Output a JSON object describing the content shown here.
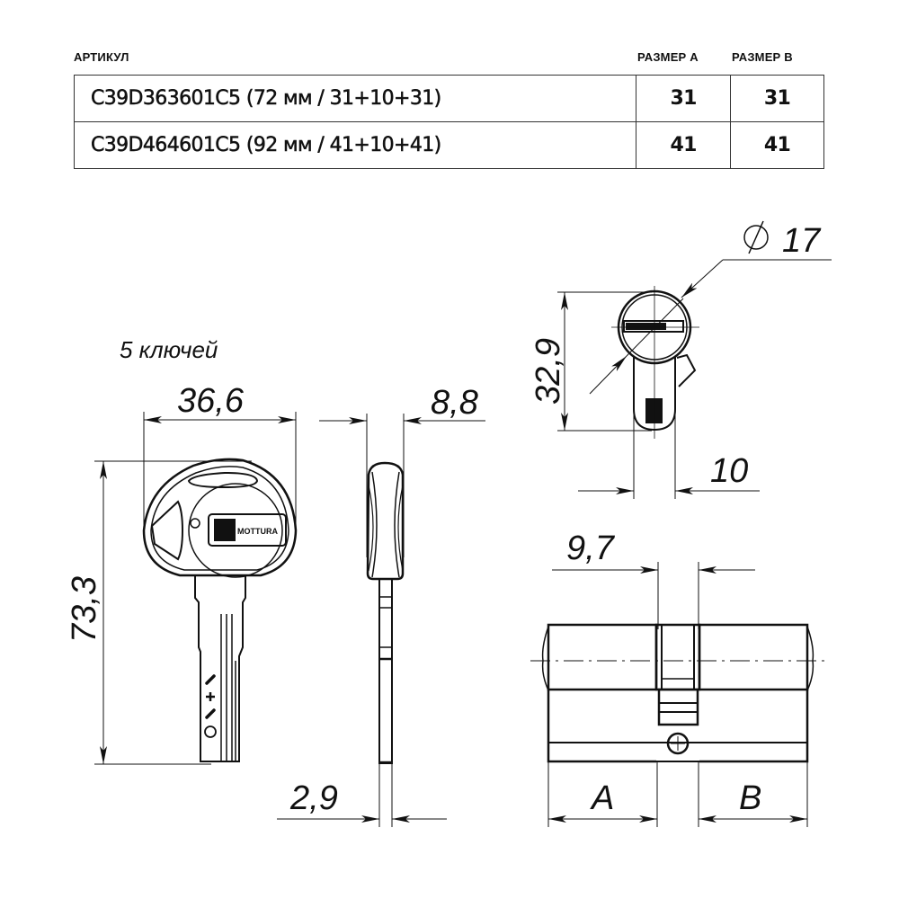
{
  "table": {
    "headers": {
      "article": "АРТИКУЛ",
      "size_a": "РАЗМЕР А",
      "size_b": "РАЗМЕР В"
    },
    "rows": [
      {
        "article": "C39D363601C5 (72 мм / 31+10+31)",
        "size_a": "31",
        "size_b": "31"
      },
      {
        "article": "C39D464601C5 (92 мм / 41+10+41)",
        "size_a": "41",
        "size_b": "41"
      }
    ]
  },
  "key_view": {
    "note": "5 ключей",
    "brand": "MOTTURA",
    "dims": {
      "width": "36,6",
      "height": "73,3",
      "thickness_head": "8,8",
      "thickness_blade": "2,9"
    }
  },
  "cylinder_profile": {
    "dims": {
      "diameter": "∅ 17",
      "height": "32,9",
      "bottom_width": "10"
    }
  },
  "cylinder_side": {
    "dims": {
      "cam_width": "9,7",
      "left_length": "A",
      "right_length": "B"
    }
  }
}
